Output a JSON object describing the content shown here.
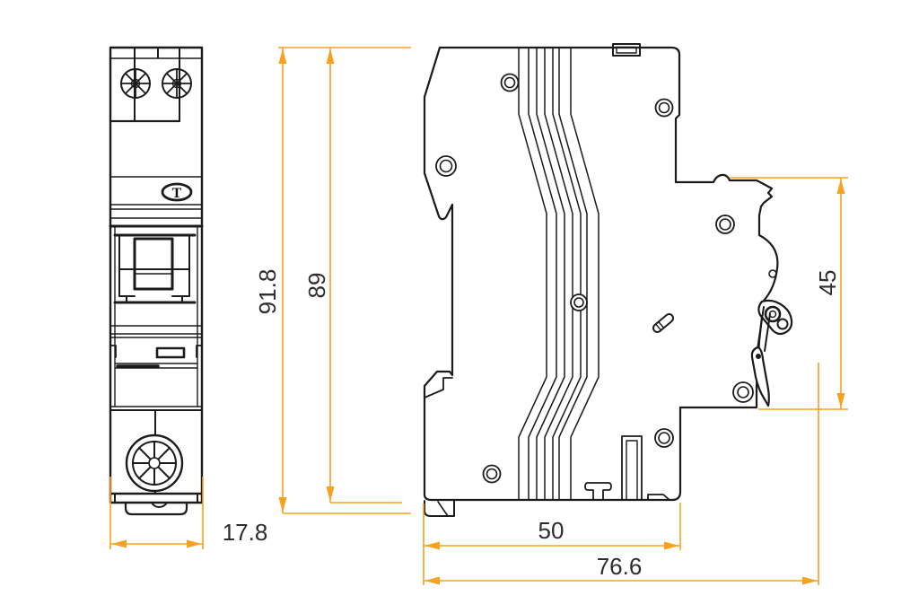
{
  "page": {
    "background": "#ffffff"
  },
  "drawing": {
    "type": "technical-dimension-drawing",
    "subject": "din-rail-circuit-breaker",
    "line_color": "#1b1b1b",
    "dimension_color": "#F6A21E",
    "logo_text": "T",
    "dimensions": {
      "front_overall_height": "91.8",
      "side_body_height": "89",
      "front_width": "17.8",
      "din_clip_height": "45",
      "side_rail_depth": "50",
      "side_overall_depth": "76.6"
    }
  }
}
